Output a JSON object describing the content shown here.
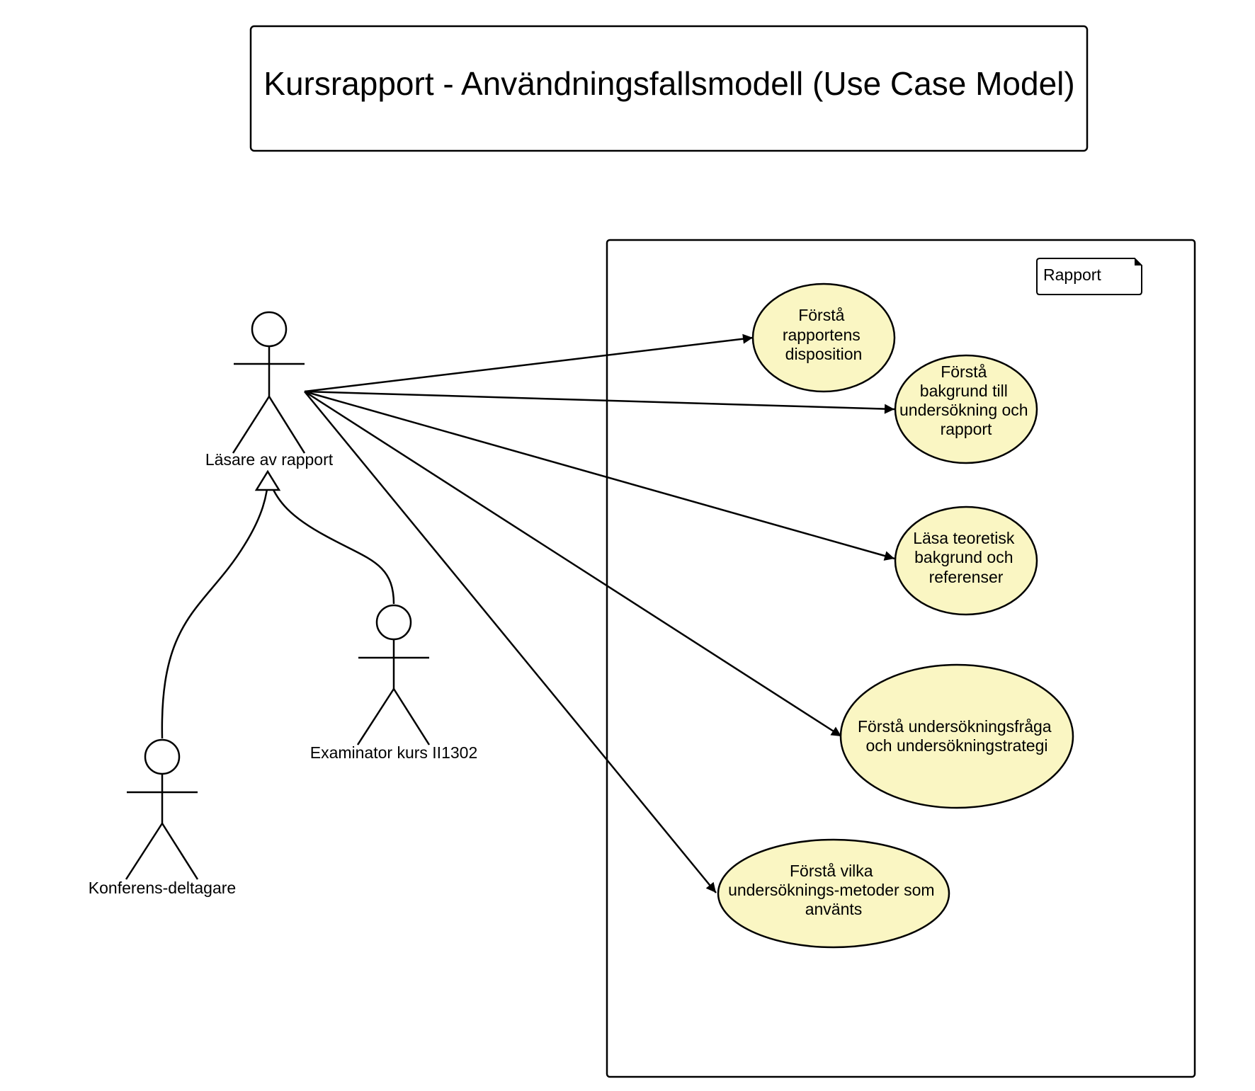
{
  "title": "Kursrapport - Användningsfallsmodell (Use Case Model)",
  "system": {
    "label": "Rapport"
  },
  "actors": [
    {
      "id": "reader",
      "label": "Läsare av rapport"
    },
    {
      "id": "examiner",
      "label": "Examinator kurs II1302"
    },
    {
      "id": "conference",
      "label": "Konferens-deltagare"
    }
  ],
  "use_cases": [
    {
      "id": "uc1",
      "lines": [
        "Förstå",
        "rapportens",
        "disposition"
      ]
    },
    {
      "id": "uc2",
      "lines": [
        "Förstå",
        "bakgrund till",
        "undersökning och",
        "rapport"
      ]
    },
    {
      "id": "uc3",
      "lines": [
        "Läsa teoretisk",
        "bakgrund och",
        "referenser"
      ]
    },
    {
      "id": "uc4",
      "lines": [
        "Förstå undersökningsfråga",
        "och  undersökningstrategi"
      ]
    },
    {
      "id": "uc5",
      "lines": [
        "Förstå vilka",
        "undersöknings-metoder som",
        "använts"
      ]
    }
  ],
  "colors": {
    "use_case_fill": "#FAF6C3",
    "stroke": "#000000",
    "background": "#FFFFFF"
  }
}
